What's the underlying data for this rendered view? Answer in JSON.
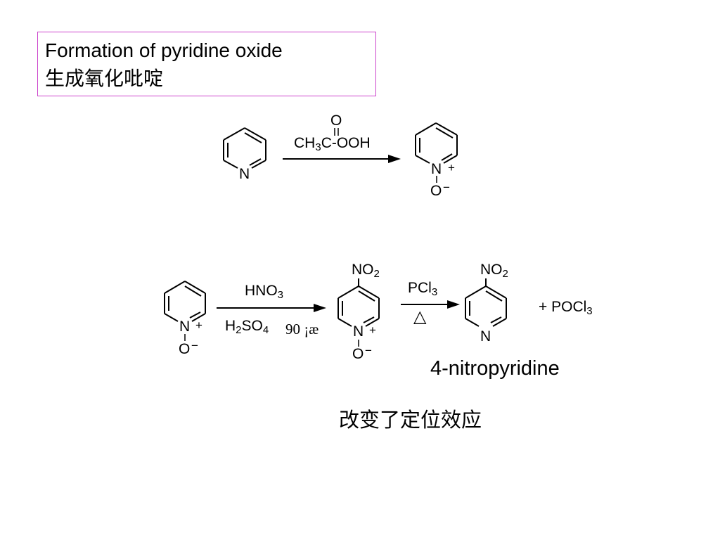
{
  "title": {
    "english": "Formation of pyridine oxide",
    "chinese": "生成氧化吡啶"
  },
  "reaction1": {
    "reagent_carbonyl_o": "O",
    "reagent_pre": "CH",
    "reagent_sub": "3",
    "reagent_post": "C-OOH",
    "reactant_n": "N",
    "product_n": "N",
    "product_charge_plus": "+",
    "product_o": "O",
    "product_charge_minus": "−"
  },
  "reaction2": {
    "reactant_n": "N",
    "reactant_plus": "+",
    "reactant_o": "O",
    "reactant_minus": "−",
    "reagent_top_pre": "HNO",
    "reagent_top_sub": "3",
    "reagent_bottom_pre": "H",
    "reagent_bottom_sub1": "2",
    "reagent_bottom_mid": "SO",
    "reagent_bottom_sub2": "4",
    "temperature": "90 ¡æ",
    "intermediate_no2_pre": "NO",
    "intermediate_no2_sub": "2",
    "intermediate_n": "N",
    "intermediate_plus": "+",
    "intermediate_o": "O",
    "intermediate_minus": "−",
    "step2_reagent_pre": "PCl",
    "step2_reagent_sub": "3",
    "heat_symbol": "△",
    "product_no2_pre": "NO",
    "product_no2_sub": "2",
    "product_n": "N",
    "byproduct_pre": "+  POCl",
    "byproduct_sub": "3",
    "product_name": "4-nitropyridine"
  },
  "note": "改变了定位效应"
}
